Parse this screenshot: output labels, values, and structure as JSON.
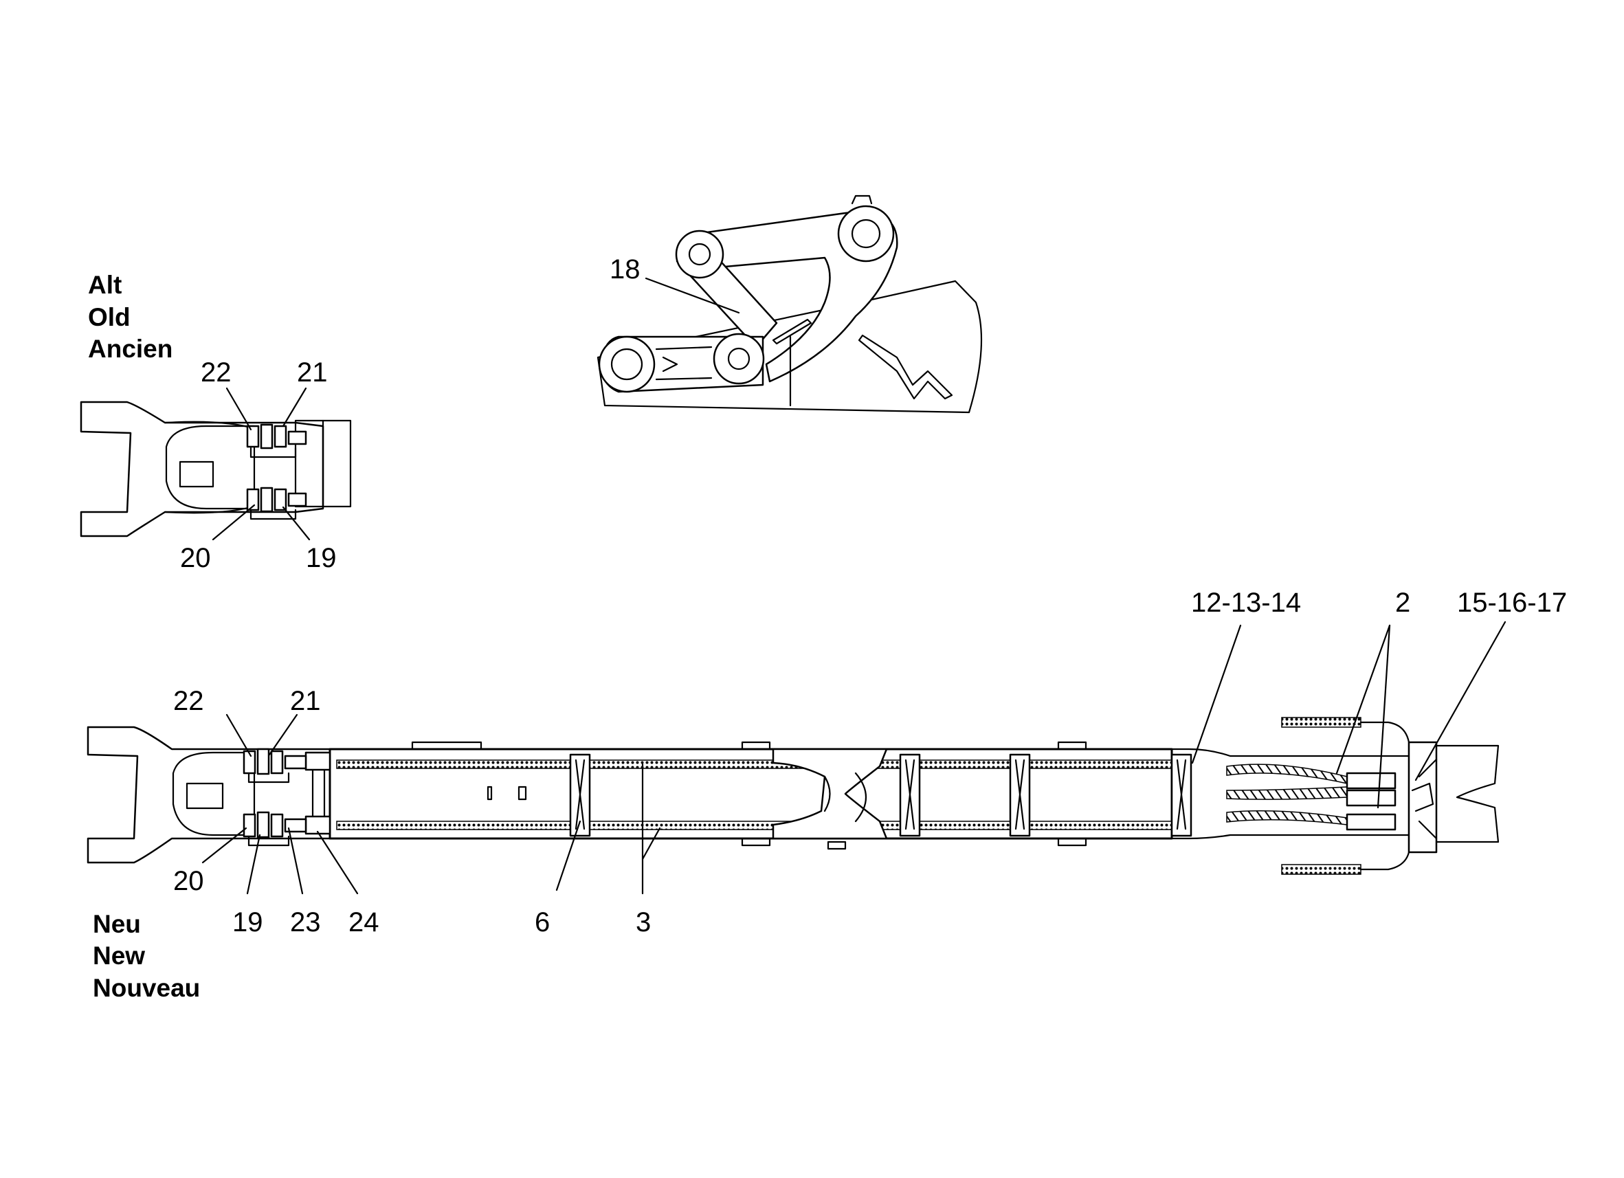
{
  "captions": {
    "old": [
      "Alt",
      "Old",
      "Ancien"
    ],
    "new": [
      "Neu",
      "New",
      "Nouveau"
    ]
  },
  "callouts": {
    "link": "18",
    "old_top_left": "22",
    "old_top_right": "21",
    "old_bottom_left": "20",
    "old_bottom_right": "19",
    "new_top_left": "22",
    "new_top_right": "21",
    "new_bottom_20": "20",
    "new_bottom_19": "19",
    "new_bottom_23": "23",
    "new_bottom_24": "24",
    "spacer": "6",
    "hose": "3",
    "clamp_set": "12-13-14",
    "hose_tip": "2",
    "valve_set": "15-16-17"
  }
}
